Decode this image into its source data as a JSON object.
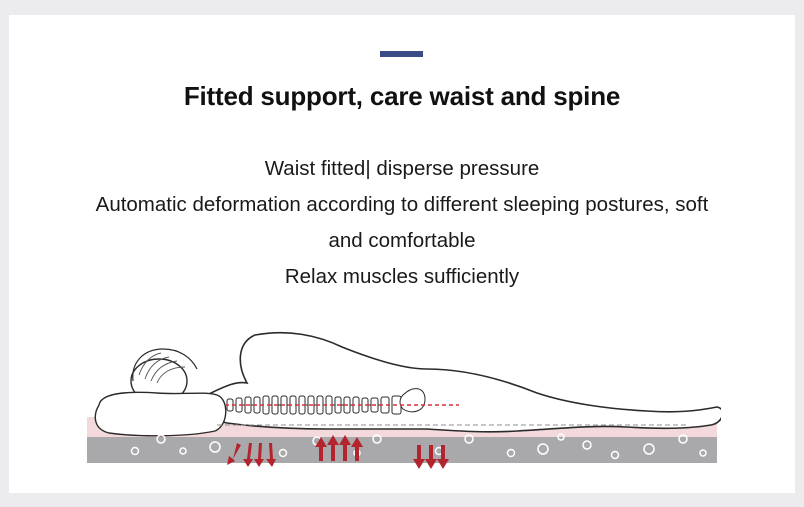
{
  "heading": {
    "title": "Fitted support, care waist and spine"
  },
  "description": {
    "lines": [
      "Waist fitted| disperse pressure",
      "Automatic deformation according to different sleeping postures, soft",
      "and comfortable",
      "Relax muscles sufficiently"
    ]
  },
  "colors": {
    "accent": "#3a4b86",
    "pressure_arrow": "#b3252e",
    "spine_line": "#d9303a",
    "foam_top": "#f3d9dc",
    "foam_base": "#a9a9ab"
  },
  "illustration": {
    "subject": "person-lying-on-back-on-mattress"
  }
}
